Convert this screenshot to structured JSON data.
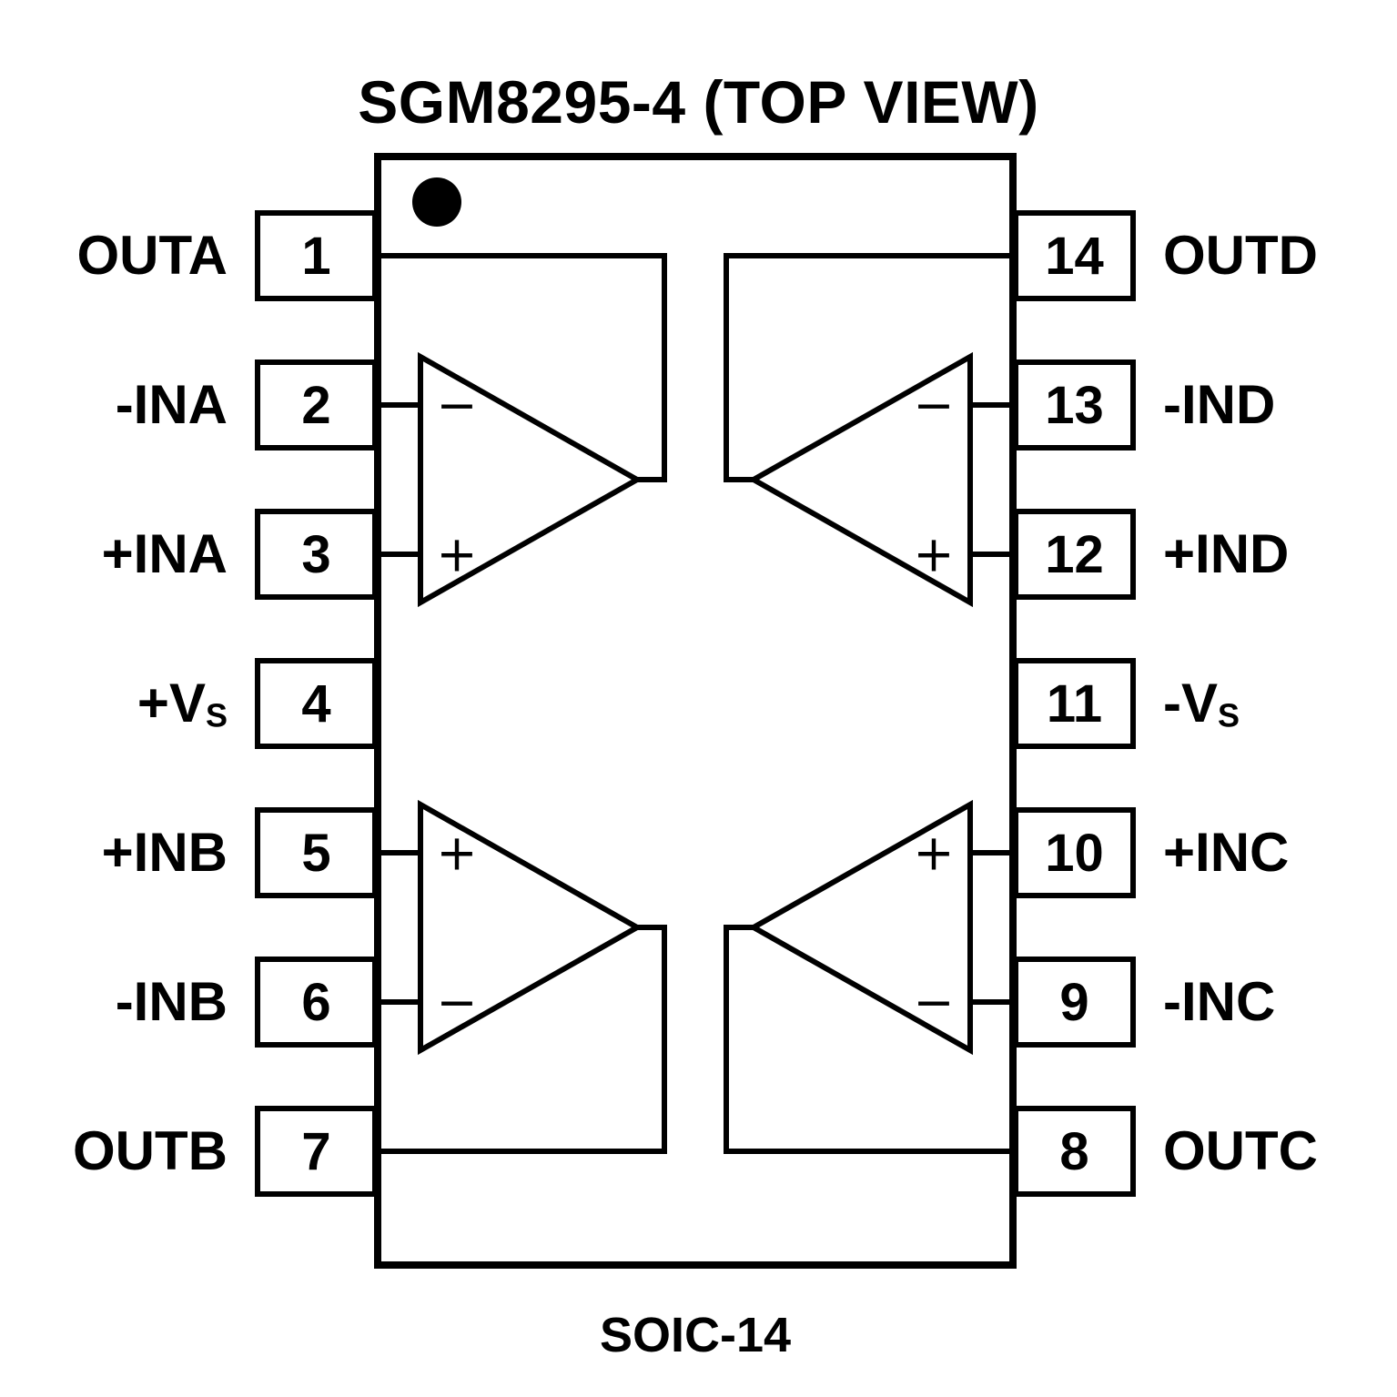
{
  "title": "SGM8295-4 (TOP VIEW)",
  "package_label": "SOIC-14",
  "colors": {
    "ink": "#000000",
    "paper": "#ffffff"
  },
  "ic": {
    "left_pins": [
      {
        "number": "1",
        "label": "OUTA"
      },
      {
        "number": "2",
        "label": "-INA"
      },
      {
        "number": "3",
        "label": "+INA"
      },
      {
        "number": "4",
        "label": "+VS",
        "label_main": "+V",
        "label_sub": "S"
      },
      {
        "number": "5",
        "label": "+INB"
      },
      {
        "number": "6",
        "label": "-INB"
      },
      {
        "number": "7",
        "label": "OUTB"
      }
    ],
    "right_pins": [
      {
        "number": "14",
        "label": "OUTD"
      },
      {
        "number": "13",
        "label": "-IND"
      },
      {
        "number": "12",
        "label": "+IND"
      },
      {
        "number": "11",
        "label": "-VS",
        "label_main": "-V",
        "label_sub": "S"
      },
      {
        "number": "10",
        "label": "+INC"
      },
      {
        "number": "9",
        "label": "-INC"
      },
      {
        "number": "8",
        "label": "OUTC"
      }
    ],
    "opamps": [
      {
        "name": "A",
        "inverting_symbol": "−",
        "noninverting_symbol": "+"
      },
      {
        "name": "B",
        "inverting_symbol": "−",
        "noninverting_symbol": "+"
      },
      {
        "name": "C",
        "inverting_symbol": "−",
        "noninverting_symbol": "+"
      },
      {
        "name": "D",
        "inverting_symbol": "−",
        "noninverting_symbol": "+"
      }
    ]
  }
}
